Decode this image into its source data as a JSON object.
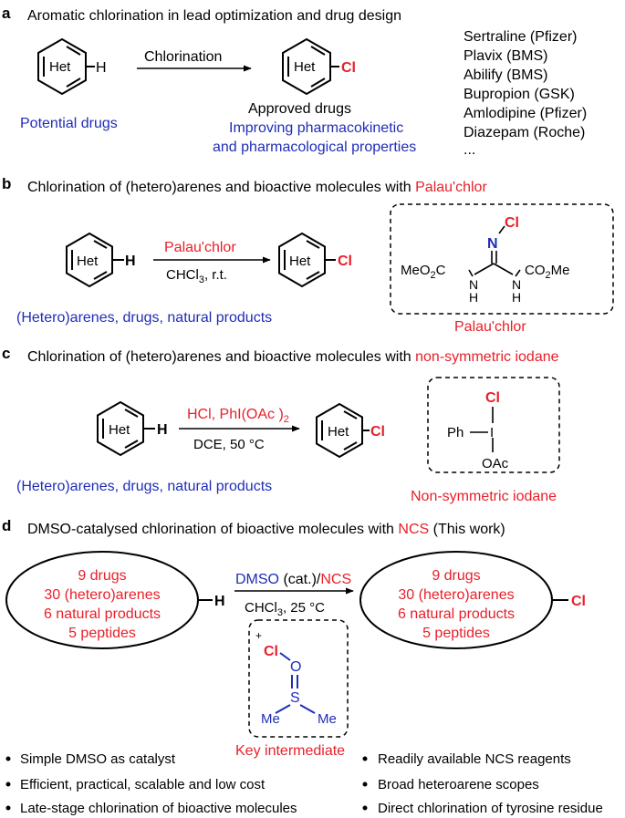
{
  "colors": {
    "text": "#000000",
    "red": "#e8202a",
    "blue": "#1f2db8"
  },
  "panel_a": {
    "letter": "a",
    "title": "Aromatic chlorination in lead optimization and drug design",
    "het": "Het",
    "h": "H",
    "cl": "Cl",
    "arrow_label": "Chlorination",
    "left_caption": "Potential drugs",
    "approved": "Approved drugs",
    "improving_1": "Improving pharmacokinetic",
    "improving_2": "and pharmacological properties",
    "drugs": [
      "Sertraline (Pfizer)",
      "Plavix (BMS)",
      "Abilify (BMS)",
      "Bupropion (GSK)",
      "Amlodipine (Pfizer)",
      "Diazepam (Roche)",
      "..."
    ]
  },
  "panel_b": {
    "letter": "b",
    "title_prefix": "Chlorination of (hetero)arenes and bioactive molecules with ",
    "title_highlight": "Palau'chlor",
    "het": "Het",
    "h": "H",
    "cl": "Cl",
    "reagent": "Palau'chlor",
    "cond_prefix": "CHCl",
    "cond_sub": "3",
    "cond_suffix": ", r.t.",
    "caption": "(Hetero)arenes, drugs, natural products",
    "struct_n": "N",
    "struct_cl": "Cl",
    "struct_left": "MeO",
    "struct_left_sub": "2",
    "struct_left_end": "C",
    "struct_right_start": "CO",
    "struct_right_sub": "2",
    "struct_right_end": "Me",
    "struct_nh": "N",
    "struct_h": "H",
    "box_label": "Palau'chlor"
  },
  "panel_c": {
    "letter": "c",
    "title_prefix": "Chlorination of (hetero)arenes and bioactive molecules with ",
    "title_highlight": "non-symmetric iodane",
    "het": "Het",
    "h": "H",
    "cl": "Cl",
    "reagent_prefix": "HCl, PhI(OAc )",
    "reagent_sub": "2",
    "cond": "DCE, 50 °C",
    "caption": "(Hetero)arenes, drugs, natural products",
    "iodane_cl": "Cl",
    "iodane_ph": "Ph",
    "iodane_i": "I",
    "iodane_oac": "OAc",
    "box_label": "Non-symmetric iodane"
  },
  "panel_d": {
    "letter": "d",
    "title_prefix": "DMSO-catalysed chlorination of bioactive molecules with ",
    "title_highlight": "NCS",
    "title_suffix": " (This work)",
    "ellipse_lines": [
      "9 drugs",
      "30 (hetero)arenes",
      "6 natural products",
      "5 peptides"
    ],
    "h": "H",
    "cl": "Cl",
    "reagent_dmso": "DMSO",
    "reagent_cat": " (cat.)/",
    "reagent_ncs": "NCS",
    "cond_prefix": "CHCl",
    "cond_sub": "3",
    "cond_suffix": ", 25 °C",
    "int_plus": "+",
    "int_cl": "Cl",
    "int_o": "O",
    "int_s": "S",
    "int_me_left": "Me",
    "int_me_right": "Me",
    "key_label": "Key intermediate",
    "bullets_left": [
      "Simple DMSO as catalyst",
      "Efficient, practical, scalable and low cost",
      "Late-stage chlorination of bioactive molecules"
    ],
    "bullets_right": [
      "Readily available NCS reagents",
      "Broad heteroarene scopes",
      "Direct chlorination of tyrosine residue"
    ]
  }
}
